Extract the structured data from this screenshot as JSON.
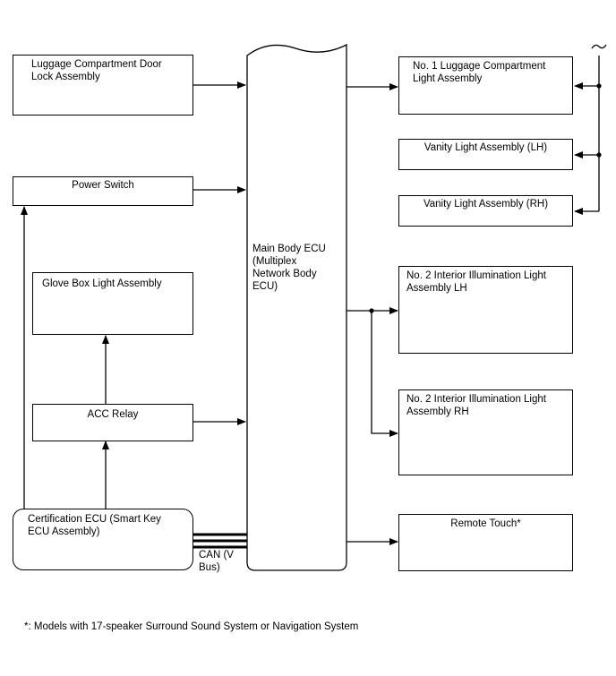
{
  "left": {
    "luggage_lock": "Luggage Compartment Door\nLock Assembly",
    "power_switch": "Power Switch",
    "glove_box": "Glove Box Light Assembly",
    "acc_relay": "ACC Relay",
    "certification": "Certification ECU (Smart Key\nECU Assembly)"
  },
  "center": {
    "main_body_ecu": "Main Body ECU\n(Multiplex\nNetwork Body\nECU)",
    "can_bus": "CAN (V\nBus)"
  },
  "right": {
    "luggage_light_1": "No. 1 Luggage Compartment\nLight Assembly",
    "vanity_lh": "Vanity Light Assembly (LH)",
    "vanity_rh": "Vanity Light Assembly (RH)",
    "interior_lh": "No. 2 Interior Illumination Light\nAssembly LH",
    "interior_rh": "No. 2 Interior Illumination Light\nAssembly RH",
    "remote_touch": "Remote Touch*"
  },
  "footnote": "*: Models with 17-speaker Surround Sound System or Navigation System"
}
